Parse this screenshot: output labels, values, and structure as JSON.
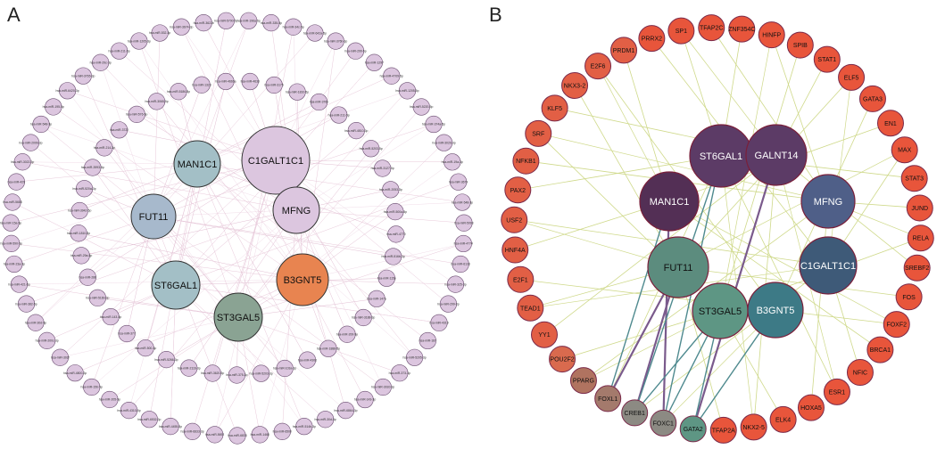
{
  "panels": [
    {
      "letter": "A"
    },
    {
      "letter": "B"
    }
  ],
  "panelA": {
    "hubs": [
      {
        "label": "MAN1C1",
        "color": "#a3bfc6"
      },
      {
        "label": "C1GALT1C1",
        "color": "#dcc6df"
      },
      {
        "label": "FUT11",
        "color": "#a7b9cc"
      },
      {
        "label": "MFNG",
        "color": "#dcc6df"
      },
      {
        "label": "ST6GAL1",
        "color": "#a3bfc6"
      },
      {
        "label": "B3GNT5",
        "color": "#e88450"
      },
      {
        "label": "ST3GAL5",
        "color": "#8aa393"
      }
    ],
    "outer_mirnas": [
      "hsa-miR-196a-5p",
      "hsa-miR-335-5p",
      "hsa-miR-34c-5p",
      "hsa-miR-642a-5p",
      "hsa-miR-376b-3p",
      "hsa-miR-299-5p",
      "hsa-miR-1297",
      "hsa-miR-4709-5p",
      "hsa-miR-1205-5p",
      "hsa-miR-5220-5p",
      "hsa-miR-374a-5p",
      "hsa-miR-302b-3p",
      "hsa-miR-19a-3p",
      "hsa-miR-3679",
      "hsa-miR-548-3p",
      "hsa-miR-5093",
      "hsa-miR-4774",
      "hsa-miR-6133",
      "hsa-miR-325-3p",
      "hsa-miR-299-3p",
      "hsa-miR-4319",
      "hsa-miR-187",
      "hsa-miR-5205-3p",
      "hsa-miR-373-3p",
      "hsa-miR-302d-3p",
      "hsa-miR-143-3p",
      "hsa-miR-6864-3p",
      "hsa-miR-30d-5p",
      "hsa-miR-514b-3p",
      "hsa-miR-6500",
      "hsa-miR-1468",
      "hsa-miR-6833",
      "hsa-miR-5692",
      "hsa-miR-6833-3p",
      "hsa-miR-4455-5p",
      "hsa-miR-6532-3p",
      "hsa-miR-4310-5p",
      "hsa-miR-205-5p",
      "hsa-miR-15b-5p",
      "hsa-miR-4800-3p",
      "hsa-miR-302f",
      "hsa-miR-200c-3p",
      "hsa-miR-30d-5p",
      "hsa-miR-382-5p",
      "hsa-miR-421-5p",
      "hsa-miR-23a-3p",
      "hsa-miR-590-5p",
      "hsa-miR-15a-5p",
      "hsa-miR-5688",
      "hsa-miR-429",
      "hsa-miR-3022-3p",
      "hsa-miR-200b-3p",
      "hsa-miR-548-3p",
      "hsa-miR-195-5p",
      "hsa-miR-6420-3p",
      "hsa-miR-3765-3p",
      "hsa-miR-29c-3p",
      "hsa-miR-211-5p",
      "hsa-miR-1205-3p",
      "hsa-miR-532-3p",
      "hsa-miR-3674-3p",
      "hsa-miR-3622b",
      "hsa-miR-5700-5p"
    ],
    "inner_mirnas": [
      "hsa-miR-4633",
      "hsa-miR-3175",
      "hsa-miR-1810-5p",
      "hsa-miR-376b",
      "hsa-miR-211-5p",
      "hsa-miR-4810-3p",
      "hsa-miR-5203-5p",
      "hsa-miR-3127-5p",
      "hsa-miR-2053-3p",
      "hsa-miR-500a-5p",
      "hsa-miR-4770",
      "hsa-miR-516b-3p",
      "hsa-miR-115p",
      "hsa-miR-147a",
      "hsa-miR-3188-3p",
      "hsa-miR-200-5p",
      "hsa-miR-1888-5p",
      "hsa-miR-4306",
      "hsa-miR-103a-3p",
      "hsa-miR-5203-3p",
      "hsa-miR-375-3p",
      "hsa-miR-3620-5p",
      "hsa-miR-2116-3p",
      "hsa-miR-5266-3p",
      "hsa-miR-500-3p",
      "hsa-miR-377",
      "hsa-miR-143-5p",
      "hsa-miR-516b-3p",
      "hsa-miR-286",
      "hsa-miR-29a-5p",
      "hsa-miR-1810-5p",
      "hsa-miR-3942-5p",
      "hsa-miR-520a-3p",
      "hsa-miR-3993-5p",
      "hsa-miR-214-3p",
      "hsa-miR-3722",
      "hsa-miR-576-5p",
      "hsa-miR-3065-5p",
      "hsa-miR-5186-5p",
      "hsa-miR-1323",
      "hsa-miR-4666a"
    ]
  },
  "panelB": {
    "hubs": [
      {
        "label": "ST6GAL1",
        "color": "#5c3b66"
      },
      {
        "label": "GALNT14",
        "color": "#5c3b66"
      },
      {
        "label": "MAN1C1",
        "color": "#532f55"
      },
      {
        "label": "MFNG",
        "color": "#4f5f88"
      },
      {
        "label": "FUT11",
        "color": "#5c8c7e"
      },
      {
        "label": "C1GALT1C1",
        "color": "#3e5a78"
      },
      {
        "label": "ST3GAL5",
        "color": "#5e9684"
      },
      {
        "label": "B3GNT5",
        "color": "#3d7a86"
      }
    ],
    "tfs": [
      {
        "label": "ZNF354C",
        "color": "#e8553b"
      },
      {
        "label": "HINFP",
        "color": "#e8553b"
      },
      {
        "label": "SPIB",
        "color": "#e8553b"
      },
      {
        "label": "STAT1",
        "color": "#e8553b"
      },
      {
        "label": "ELF5",
        "color": "#e8553b"
      },
      {
        "label": "GATA3",
        "color": "#e8553b"
      },
      {
        "label": "EN1",
        "color": "#e8553b"
      },
      {
        "label": "MAX",
        "color": "#e8553b"
      },
      {
        "label": "STAT3",
        "color": "#e8553b"
      },
      {
        "label": "JUND",
        "color": "#e8553b"
      },
      {
        "label": "RELA",
        "color": "#e8553b"
      },
      {
        "label": "SREBF2",
        "color": "#e8553b"
      },
      {
        "label": "FOS",
        "color": "#e8553b"
      },
      {
        "label": "FOXF2",
        "color": "#e8553b"
      },
      {
        "label": "BRCA1",
        "color": "#e8553b"
      },
      {
        "label": "NFIC",
        "color": "#e8553b"
      },
      {
        "label": "ESR1",
        "color": "#e8553b"
      },
      {
        "label": "HOXA5",
        "color": "#e8553b"
      },
      {
        "label": "ELK4",
        "color": "#e8553b"
      },
      {
        "label": "NKX2-5",
        "color": "#e8553b"
      },
      {
        "label": "TFAP2A",
        "color": "#e8553b"
      },
      {
        "label": "GATA2",
        "color": "#5e9684"
      },
      {
        "label": "FOXC1",
        "color": "#8c8a83"
      },
      {
        "label": "CREB1",
        "color": "#8c8a83"
      },
      {
        "label": "FOXL1",
        "color": "#a47a6c"
      },
      {
        "label": "PPARG",
        "color": "#b07360"
      },
      {
        "label": "POU2F2",
        "color": "#d96a4e"
      },
      {
        "label": "YY1",
        "color": "#e25f45"
      },
      {
        "label": "TEAD1",
        "color": "#e25f45"
      },
      {
        "label": "E2F1",
        "color": "#e25f45"
      },
      {
        "label": "HNF4A",
        "color": "#e25f45"
      },
      {
        "label": "USF2",
        "color": "#e25f45"
      },
      {
        "label": "PAX2",
        "color": "#e25f45"
      },
      {
        "label": "NFKB1",
        "color": "#e25f45"
      },
      {
        "label": "SRF",
        "color": "#e25f45"
      },
      {
        "label": "KLF5",
        "color": "#e25f45"
      },
      {
        "label": "NKX3-2",
        "color": "#e25f45"
      },
      {
        "label": "E2F6",
        "color": "#e25f45"
      },
      {
        "label": "PRDM1",
        "color": "#e25f45"
      },
      {
        "label": "PRRX2",
        "color": "#e8553b"
      },
      {
        "label": "SP1",
        "color": "#e8553b"
      },
      {
        "label": "TFAP2C",
        "color": "#e8553b"
      }
    ],
    "edge_colors": {
      "tf_edge": "#cfd98a",
      "strong_edge": "#7a5a8c",
      "teal_edge": "#4f8a8f"
    }
  }
}
